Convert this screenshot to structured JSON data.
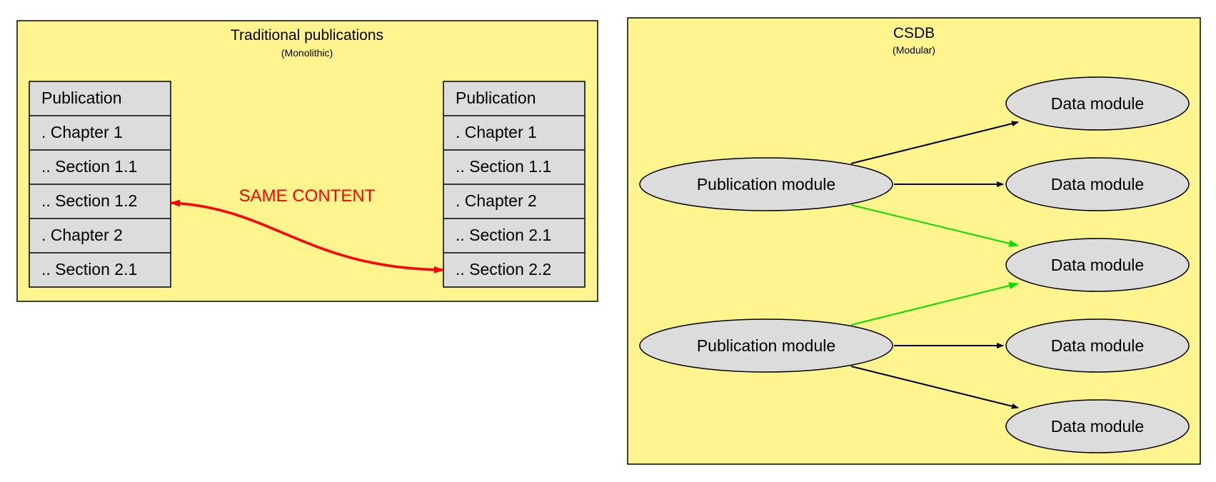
{
  "traditional": {
    "title": "Traditional publications",
    "subtitle": "(Monolithic)",
    "left_publication": [
      "Publication",
      ". Chapter 1",
      ".. Section 1.1",
      ".. Section 1.2",
      ". Chapter 2",
      ".. Section 2.1"
    ],
    "right_publication": [
      "Publication",
      ". Chapter 1",
      ".. Section 1.1",
      ". Chapter 2",
      ".. Section 2.1",
      ".. Section 2.2"
    ],
    "link_label": "SAME CONTENT"
  },
  "csdb": {
    "title": "CSDB",
    "subtitle": "(Modular)",
    "publication_modules": [
      "Publication module",
      "Publication module"
    ],
    "data_modules": [
      "Data module",
      "Data module",
      "Data module",
      "Data module",
      "Data module"
    ]
  },
  "colors": {
    "cluster_fill": "#fff48e",
    "node_fill": "#dcdcdc",
    "shared_edge": "#00e000",
    "same_content": "#ff0000",
    "stroke": "#000000"
  }
}
